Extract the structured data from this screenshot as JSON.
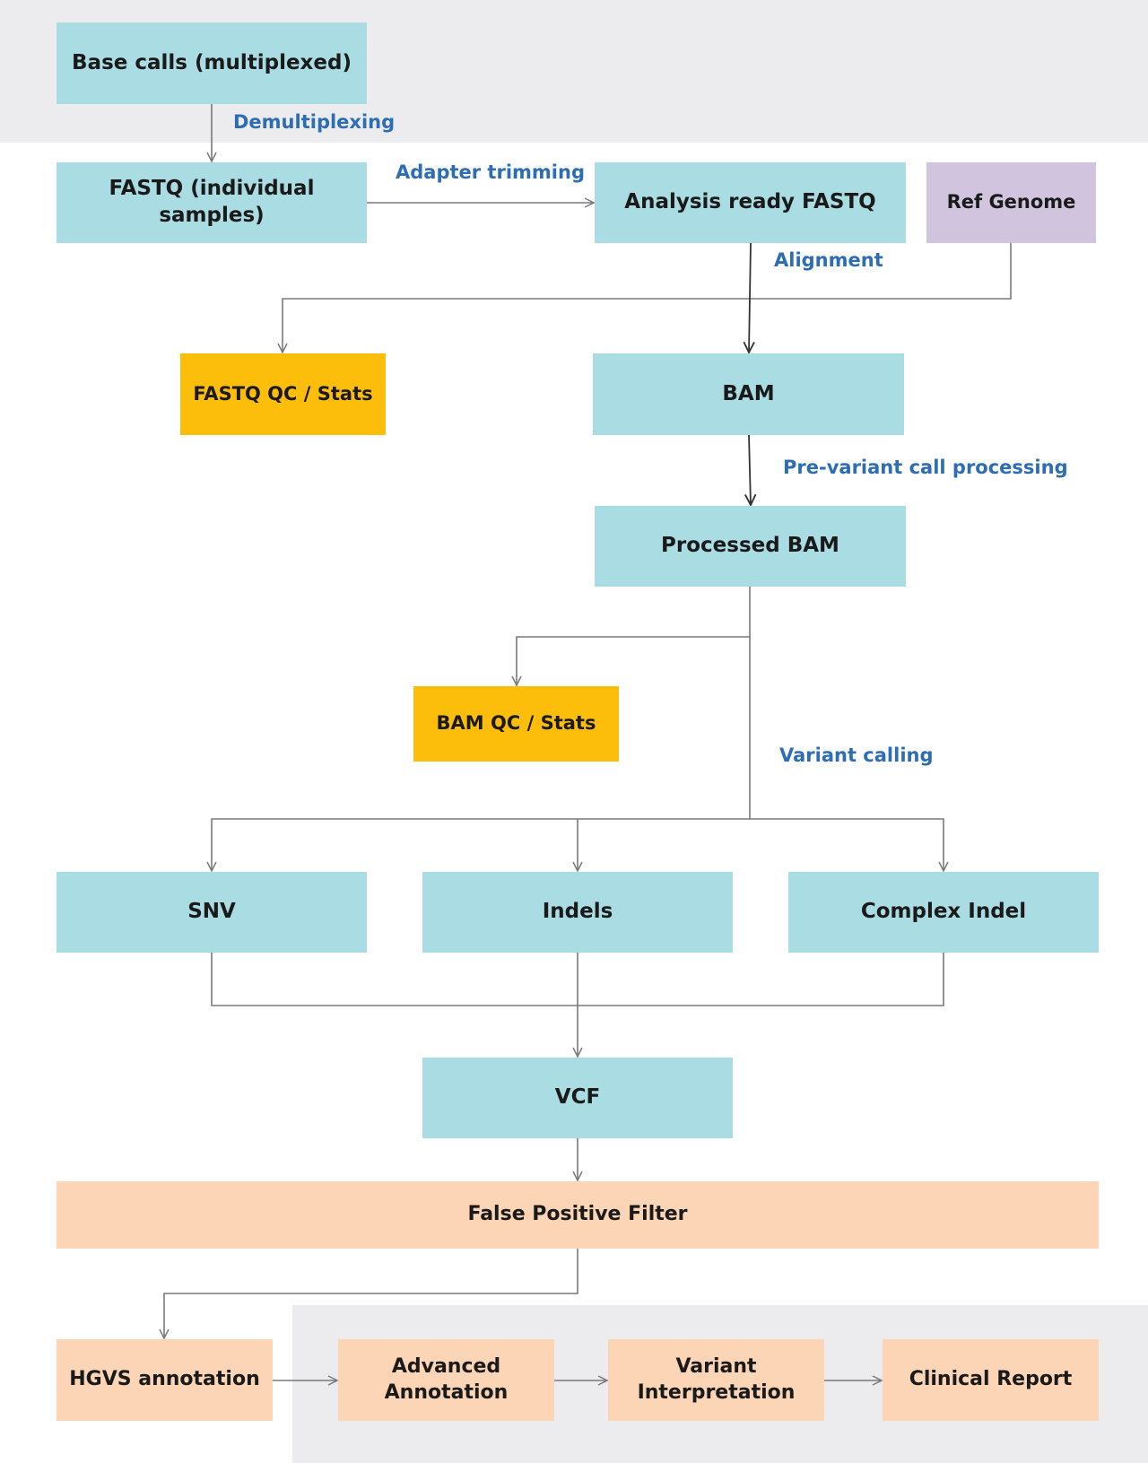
{
  "nodes": {
    "base_calls": "Base calls (multiplexed)",
    "fastq_individual": "FASTQ (individual samples)",
    "analysis_ready_fastq": "Analysis ready FASTQ",
    "ref_genome": "Ref Genome",
    "fastq_qc": "FASTQ QC / Stats",
    "bam": "BAM",
    "processed_bam": "Processed BAM",
    "bam_qc": "BAM QC / Stats",
    "snv": "SNV",
    "indels": "Indels",
    "complex_indel": "Complex Indel",
    "vcf": "VCF",
    "false_positive_filter": "False Positive Filter",
    "hgvs_annotation": "HGVS annotation",
    "advanced_annotation": "Advanced Annotation",
    "variant_interpretation": "Variant Interpretation",
    "clinical_report": "Clinical Report"
  },
  "edge_labels": {
    "demultiplexing": "Demultiplexing",
    "adapter_trimming": "Adapter trimming",
    "alignment": "Alignment",
    "pre_variant_call_processing": "Pre-variant call processing",
    "variant_calling": "Variant calling"
  },
  "colors": {
    "process_box": "#aadce3",
    "qc_box": "#fcbd0b",
    "reference_box": "#d1c4de",
    "annotation_box": "#fbd5b6",
    "label_text": "#2d6db3",
    "connector": "#7a7a7a",
    "background_band": "#ececee"
  }
}
